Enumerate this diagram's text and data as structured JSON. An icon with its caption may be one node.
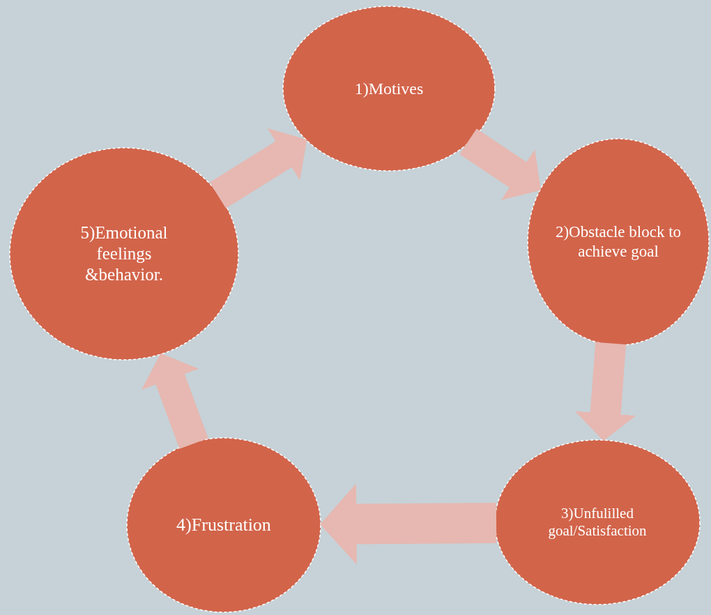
{
  "diagram": {
    "nodes": [
      {
        "text": [
          "1)Motives"
        ]
      },
      {
        "text": [
          "2)Obstacle block to achieve goal"
        ]
      },
      {
        "text": [
          "3)Unfulilled goal/Satisfaction"
        ]
      },
      {
        "text": [
          "4)Frustration"
        ]
      },
      {
        "text": [
          "5)Emotional feelings &behavior."
        ]
      }
    ],
    "edges": [
      {
        "from": 0,
        "to": 1,
        "arrow": "to"
      },
      {
        "from": 1,
        "to": 2,
        "arrow": "to"
      },
      {
        "from": 2,
        "to": 3,
        "arrow": "to"
      },
      {
        "from": 3,
        "to": 4,
        "arrow": "to"
      },
      {
        "from": 4,
        "to": 0,
        "arrow": "to"
      }
    ]
  }
}
